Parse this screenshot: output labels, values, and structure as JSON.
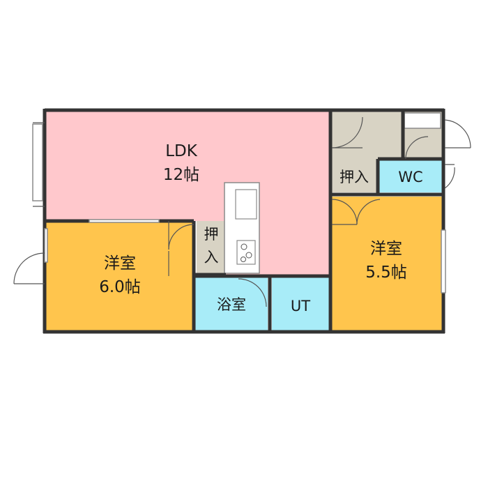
{
  "floorplan": {
    "rooms": {
      "ldk": {
        "name": "LDK",
        "size": "12帖",
        "color": "#ffc8cc"
      },
      "western_left": {
        "name": "洋室",
        "size": "6.0帖",
        "color": "#ffc54d"
      },
      "western_right": {
        "name": "洋室",
        "size": "5.5帖",
        "color": "#ffc54d"
      },
      "bath": {
        "name": "浴室",
        "color": "#a8ecf8"
      },
      "ut": {
        "name": "UT",
        "color": "#a8ecf8"
      },
      "wc": {
        "name": "WC",
        "color": "#a8ecf8"
      },
      "closet_left": {
        "name": "押入",
        "chars": [
          "押",
          "入"
        ],
        "color": "#d8d3c4"
      },
      "closet_right": {
        "name": "押入",
        "color": "#d8d3c4"
      },
      "entrance": {
        "color": "#d8d3c4"
      }
    },
    "colors": {
      "wall": "#333333",
      "outline": "#8a8a8a",
      "kitchen_counter": "#ffffff"
    }
  }
}
